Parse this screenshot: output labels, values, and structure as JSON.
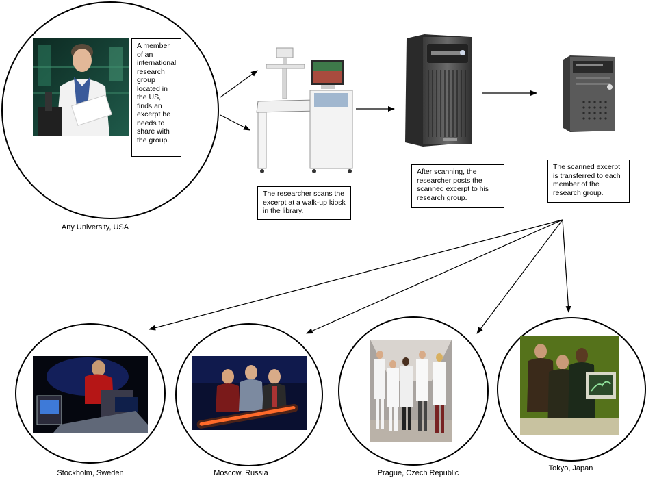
{
  "origin": {
    "caption": "Any University, USA",
    "note": "A member of an international research group located in the US, finds an excerpt he needs to share with the group.",
    "photo_icon": "scientist-with-microscope-photo"
  },
  "steps": [
    {
      "icon": "scanner-kiosk-icon",
      "note": "The researcher scans the excerpt at a walk-up kiosk in the library."
    },
    {
      "icon": "large-server-icon",
      "note": "After scanning, the researcher posts the scanned excerpt to his research group."
    },
    {
      "icon": "tower-server-icon",
      "note": "The scanned excerpt is transferred to each member of the research group."
    }
  ],
  "destinations": [
    {
      "caption": "Stockholm, Sweden",
      "icon": "lab-technician-photo"
    },
    {
      "caption": "Moscow, Russia",
      "icon": "three-researchers-photo"
    },
    {
      "caption": "Prague, Czech Republic",
      "icon": "doctors-walking-photo"
    },
    {
      "caption": "Tokyo, Japan",
      "icon": "team-at-monitors-photo"
    }
  ]
}
